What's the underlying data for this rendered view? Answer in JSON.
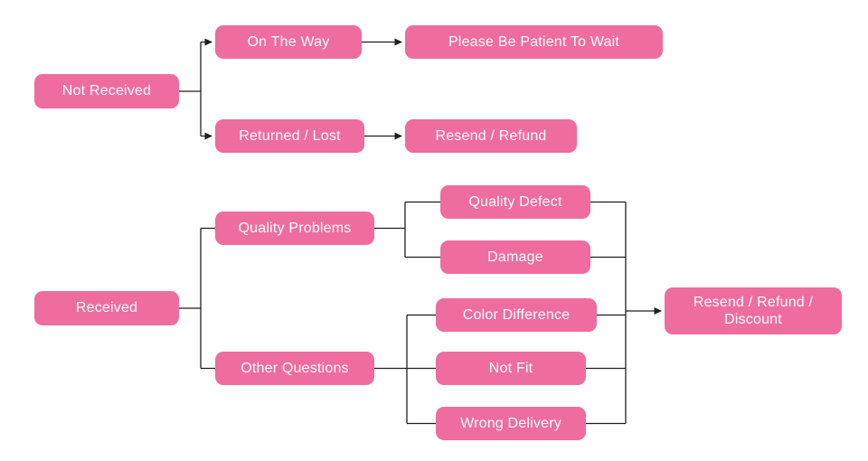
{
  "diagram": {
    "title": "after-sales decision flowchart",
    "colors": {
      "node_fill": "#ee6d9e",
      "node_text": "#ffffff",
      "connector": "#1f1f1f",
      "background": "#ffffff"
    },
    "nodes": {
      "not_received": "Not Received",
      "on_the_way": "On The Way",
      "be_patient": "Please Be Patient To Wait",
      "returned_lost": "Returned / Lost",
      "resend_refund": "Resend / Refund",
      "received": "Received",
      "quality_problems": "Quality Problems",
      "quality_defect": "Quality Defect",
      "damage": "Damage",
      "other_questions": "Other Questions",
      "color_difference": "Color Difference",
      "not_fit": "Not Fit",
      "wrong_delivery": "Wrong Delivery",
      "resend_refund_discount": "Resend / Refund / Discount"
    },
    "edges": [
      {
        "from": "not_received",
        "to": "on_the_way"
      },
      {
        "from": "not_received",
        "to": "returned_lost"
      },
      {
        "from": "on_the_way",
        "to": "be_patient"
      },
      {
        "from": "returned_lost",
        "to": "resend_refund"
      },
      {
        "from": "received",
        "to": "quality_problems"
      },
      {
        "from": "received",
        "to": "other_questions"
      },
      {
        "from": "quality_problems",
        "to": "quality_defect"
      },
      {
        "from": "quality_problems",
        "to": "damage"
      },
      {
        "from": "other_questions",
        "to": "color_difference"
      },
      {
        "from": "other_questions",
        "to": "not_fit"
      },
      {
        "from": "other_questions",
        "to": "wrong_delivery"
      },
      {
        "from": "quality_defect",
        "to": "resend_refund_discount"
      },
      {
        "from": "damage",
        "to": "resend_refund_discount"
      },
      {
        "from": "color_difference",
        "to": "resend_refund_discount"
      },
      {
        "from": "not_fit",
        "to": "resend_refund_discount"
      },
      {
        "from": "wrong_delivery",
        "to": "resend_refund_discount"
      }
    ]
  }
}
